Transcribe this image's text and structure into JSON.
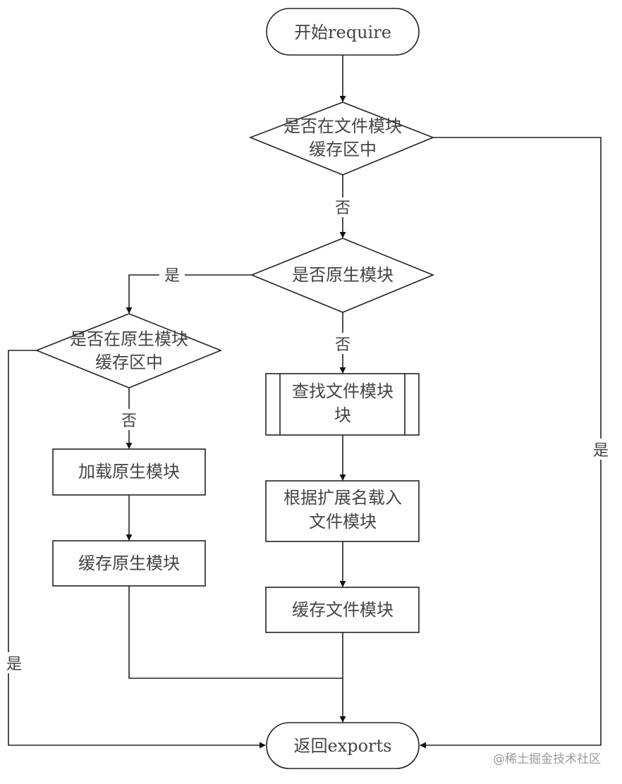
{
  "diagram": {
    "nodes": {
      "start": {
        "lines": [
          "开始require"
        ],
        "kind": "terminal"
      },
      "in_file_cache": {
        "lines": [
          "是否在文件模块",
          "缓存区中"
        ],
        "kind": "decision"
      },
      "is_native": {
        "lines": [
          "是否原生模块"
        ],
        "kind": "decision"
      },
      "in_native_cache": {
        "lines": [
          "是否在原生模块",
          "缓存区中"
        ],
        "kind": "decision"
      },
      "find_file_module": {
        "lines": [
          "查找文件模块",
          "块"
        ],
        "kind": "subprocess"
      },
      "load_by_extension": {
        "lines": [
          "根据扩展名载入",
          "文件模块"
        ],
        "kind": "process"
      },
      "cache_file_module": {
        "lines": [
          "缓存文件模块"
        ],
        "kind": "process"
      },
      "load_native_module": {
        "lines": [
          "加载原生模块"
        ],
        "kind": "process"
      },
      "cache_native_module": {
        "lines": [
          "缓存原生模块"
        ],
        "kind": "process"
      },
      "end": {
        "lines": [
          "返回exports"
        ],
        "kind": "terminal"
      }
    },
    "edges": [
      {
        "from": "start",
        "to": "in_file_cache",
        "label": ""
      },
      {
        "from": "in_file_cache",
        "to": "is_native",
        "label": "否"
      },
      {
        "from": "in_file_cache",
        "to": "end",
        "label": "是"
      },
      {
        "from": "is_native",
        "to": "in_native_cache",
        "label": "是"
      },
      {
        "from": "is_native",
        "to": "find_file_module",
        "label": "否"
      },
      {
        "from": "in_native_cache",
        "to": "load_native_module",
        "label": "否"
      },
      {
        "from": "in_native_cache",
        "to": "end",
        "label": "是"
      },
      {
        "from": "find_file_module",
        "to": "load_by_extension",
        "label": ""
      },
      {
        "from": "load_by_extension",
        "to": "cache_file_module",
        "label": ""
      },
      {
        "from": "cache_file_module",
        "to": "end",
        "label": ""
      },
      {
        "from": "load_native_module",
        "to": "cache_native_module",
        "label": ""
      },
      {
        "from": "cache_native_module",
        "to": "end",
        "label": ""
      }
    ]
  },
  "labels": {
    "yes": "是",
    "no": "否"
  },
  "watermark": "@稀土掘金技术社区"
}
